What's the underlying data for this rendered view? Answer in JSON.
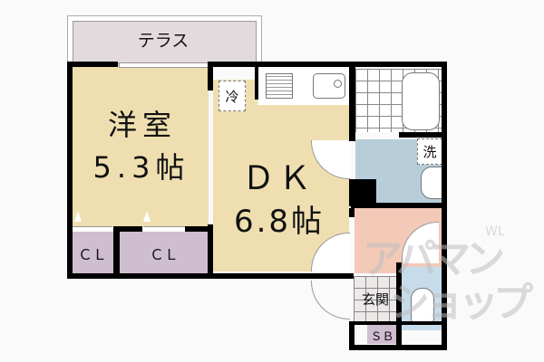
{
  "floorplan": {
    "rooms": {
      "terrace": {
        "label": "テラス"
      },
      "western_room": {
        "name": "洋室",
        "size": "5.3帖"
      },
      "dk": {
        "name": "ＤＫ",
        "size": "6.8帖"
      },
      "closet_1": {
        "label": "ＣＬ"
      },
      "closet_2": {
        "label": "ＣＬ"
      },
      "entrance": {
        "label": "玄関"
      },
      "shoe_box": {
        "label": "ＳＢ"
      },
      "fridge": {
        "label": "冷"
      },
      "washer": {
        "label": "洗"
      }
    },
    "colors": {
      "western_room": "#efdfb0",
      "dk": "#efdfb0",
      "terrace": "#e3dadd",
      "closet": "#cfbdd0",
      "washroom": "#b7ceda",
      "entrance_area": "#f3c9b8",
      "toilet": "#c7dcea",
      "wall": "#000000"
    },
    "watermark": {
      "line1": "アパマン",
      "line2": "ショップ",
      "mark": "WL"
    }
  }
}
